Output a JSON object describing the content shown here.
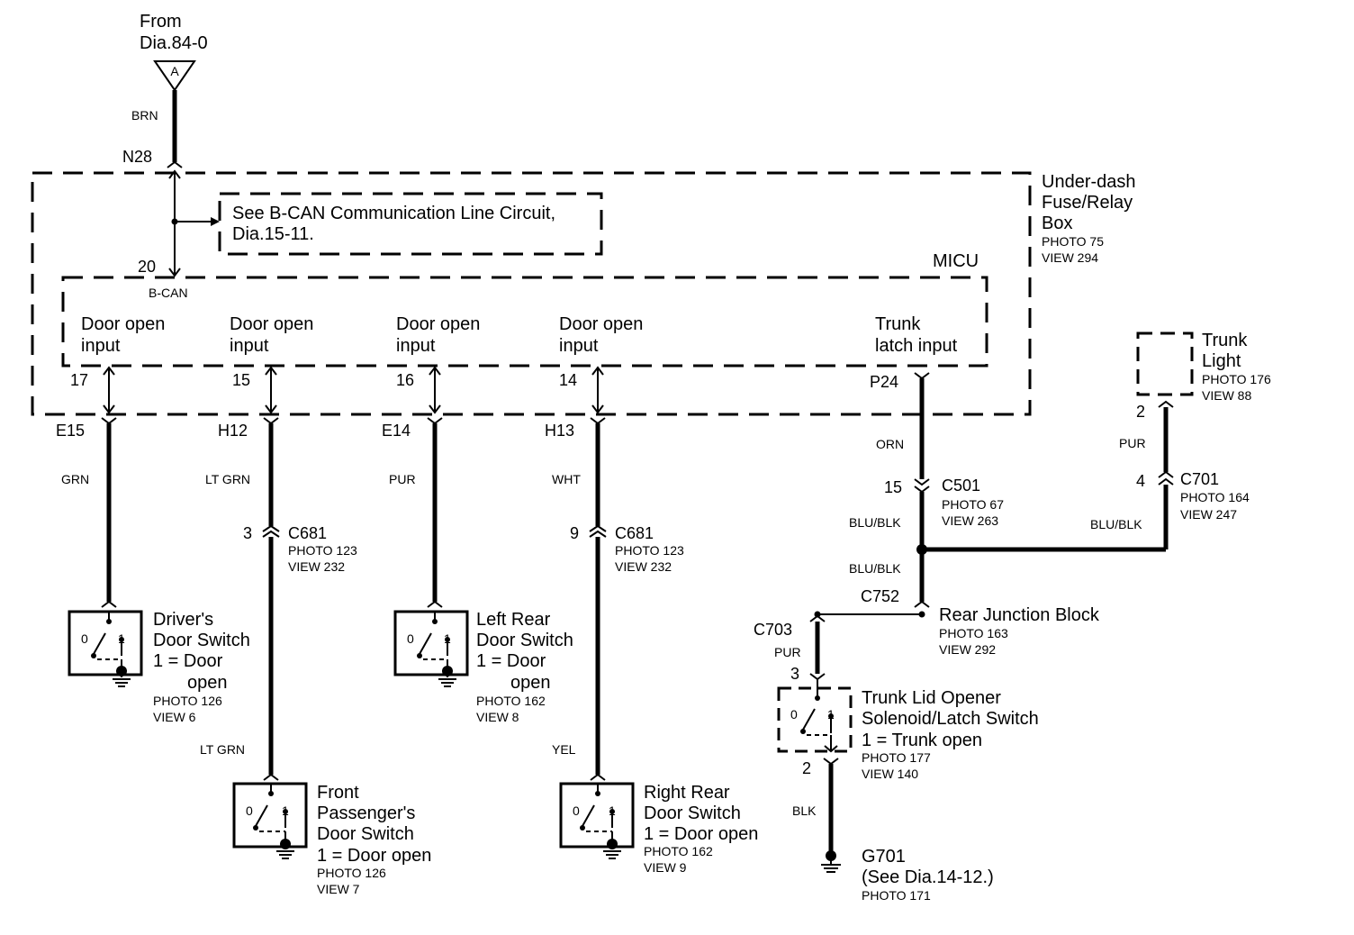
{
  "source": {
    "line1": "From",
    "line2": "Dia.84-0",
    "letter": "A"
  },
  "wires": {
    "brn": "BRN",
    "grn": "GRN",
    "ltgrn1": "LT GRN",
    "pur": "PUR",
    "wht": "WHT",
    "ltgrn2": "LT GRN",
    "yel": "YEL",
    "orn": "ORN",
    "blublk1": "BLU/BLK",
    "blublk2": "BLU/BLK",
    "blublk3": "BLU/BLK",
    "pur_trunk": "PUR",
    "pur_c703": "PUR",
    "blk": "BLK"
  },
  "terminals": {
    "n28": "N28",
    "t20": "20",
    "bcan": "B-CAN",
    "t17": "17",
    "t15": "15",
    "t16": "16",
    "t14": "14",
    "p24": "P24",
    "e15": "E15",
    "h12": "H12",
    "e14": "E14",
    "h13": "H13",
    "c681a_pin": "3",
    "c681b_pin": "9",
    "c501_pin": "15",
    "c701_pin": "4",
    "trunk_light_pin": "2",
    "c703_pin": "3",
    "solenoid_pin2": "2"
  },
  "note": {
    "line1": "See B-CAN Communication Line Circuit,",
    "line2": "Dia.15-11."
  },
  "fusebox": {
    "line1": "Under-dash",
    "line2": "Fuse/Relay",
    "line3": "Box",
    "photo": "PHOTO 75",
    "view": "VIEW 294"
  },
  "micu": {
    "label": "MICU",
    "inputs": [
      {
        "line1": "Door open",
        "line2": "input"
      },
      {
        "line1": "Door open",
        "line2": "input"
      },
      {
        "line1": "Door open",
        "line2": "input"
      },
      {
        "line1": "Door open",
        "line2": "input"
      },
      {
        "line1": "Trunk",
        "line2": "latch input"
      }
    ]
  },
  "connectors": {
    "c681a": {
      "name": "C681",
      "photo": "PHOTO 123",
      "view": "VIEW 232"
    },
    "c681b": {
      "name": "C681",
      "photo": "PHOTO 123",
      "view": "VIEW 232"
    },
    "c501": {
      "name": "C501",
      "photo": "PHOTO 67",
      "view": "VIEW 263"
    },
    "c701": {
      "name": "C701",
      "photo": "PHOTO 164",
      "view": "VIEW 247"
    },
    "c752": {
      "name": "C752"
    },
    "c703": {
      "name": "C703"
    }
  },
  "trunk_light": {
    "line1": "Trunk",
    "line2": "Light",
    "photo": "PHOTO 176",
    "view": "VIEW 88"
  },
  "rear_junction": {
    "name": "Rear Junction Block",
    "photo": "PHOTO 163",
    "view": "VIEW 292"
  },
  "switches": {
    "driver": {
      "line1": "Driver's",
      "line2": "Door Switch",
      "line3": "1 = Door",
      "line4": "open",
      "photo": "PHOTO 126",
      "view": "VIEW 6"
    },
    "left_rear": {
      "line1": "Left Rear",
      "line2": "Door Switch",
      "line3": "1 = Door",
      "line4": "open",
      "photo": "PHOTO 162",
      "view": "VIEW 8"
    },
    "front_pass": {
      "line1": "Front",
      "line2": "Passenger's",
      "line3": "Door Switch",
      "line4": "1 = Door open",
      "photo": "PHOTO 126",
      "view": "VIEW 7"
    },
    "right_rear": {
      "line1": "Right Rear",
      "line2": "Door Switch",
      "line3": "1 = Door open",
      "photo": "PHOTO 162",
      "view": "VIEW 9"
    },
    "trunk_lid": {
      "line1": "Trunk Lid Opener",
      "line2": "Solenoid/Latch Switch",
      "line3": "1 = Trunk open",
      "photo": "PHOTO 177",
      "view": "VIEW 140"
    }
  },
  "switch_states": {
    "off": "0",
    "on": "1"
  },
  "ground": {
    "line1": "G701",
    "line2": "(See Dia.14-12.)",
    "photo": "PHOTO 171"
  }
}
